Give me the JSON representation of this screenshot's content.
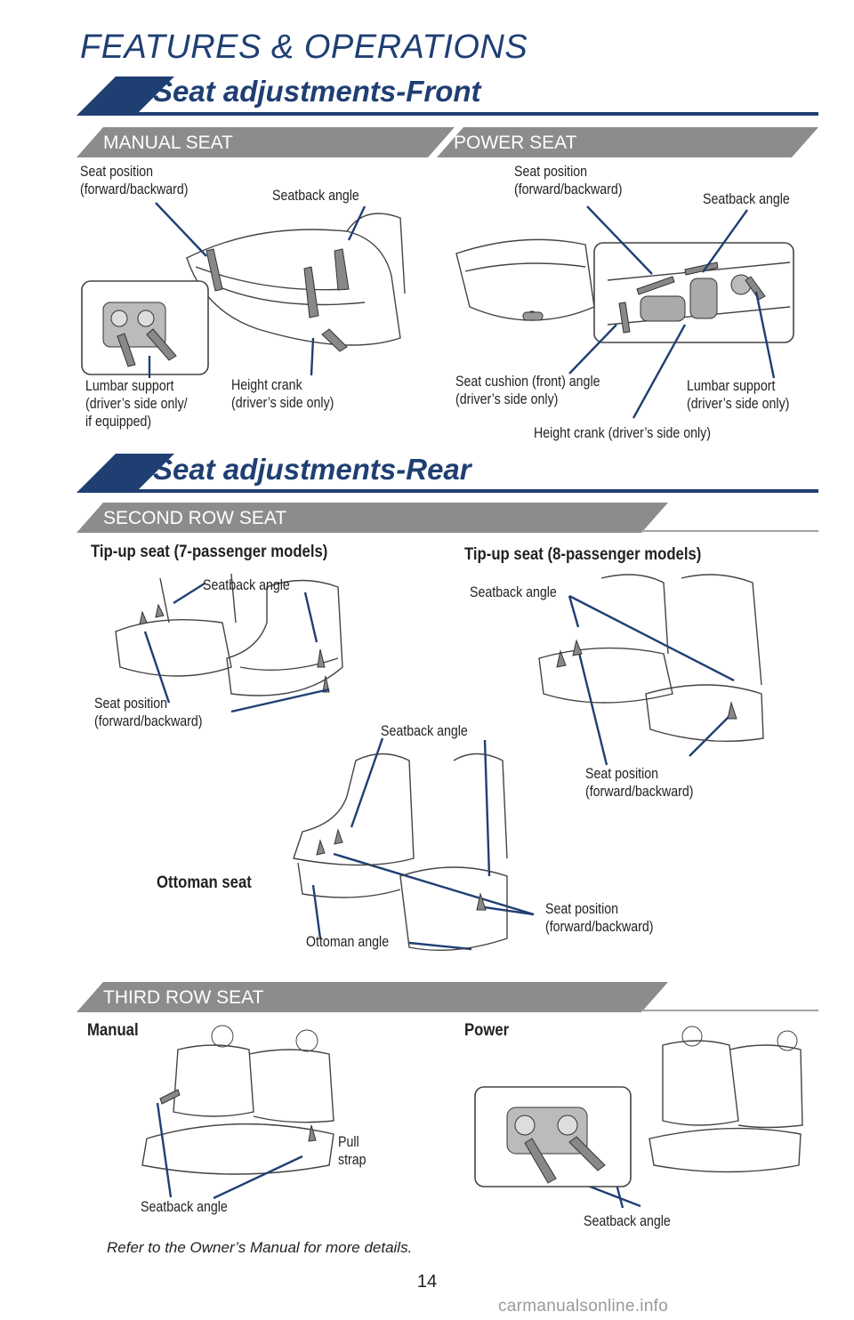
{
  "header": {
    "section": "FEATURES & OPERATIONS"
  },
  "front": {
    "title": "Seat adjustments-Front",
    "manual_band": "MANUAL SEAT",
    "power_band": "POWER SEAT",
    "manual": {
      "seat_position": "Seat position\n(forward/backward)",
      "seatback_angle": "Seatback angle",
      "lumbar": "Lumbar support\n(driver’s side only/\nif equipped)",
      "height_crank": "Height crank\n(driver’s side only)"
    },
    "power": {
      "seat_position": "Seat position\n(forward/backward)",
      "seatback_angle": "Seatback angle",
      "cushion_angle": "Seat cushion (front) angle\n(driver’s side only)",
      "lumbar": "Lumbar support\n(driver’s side only)",
      "height_crank": "Height crank (driver’s side only)"
    }
  },
  "rear": {
    "title": "Seat adjustments-Rear",
    "second_band": "SECOND ROW SEAT",
    "tipup7": {
      "title": "Tip-up seat (7-passenger models)",
      "seatback_angle": "Seatback angle",
      "seat_position": "Seat position\n(forward/backward)"
    },
    "tipup8": {
      "title": "Tip-up seat (8-passenger models)",
      "seatback_angle": "Seatback angle",
      "seat_position": "Seat position\n(forward/backward)"
    },
    "ottoman": {
      "title": "Ottoman seat",
      "seatback_angle": "Seatback angle",
      "seat_position": "Seat position\n(forward/backward)",
      "ottoman_angle": "Ottoman angle"
    },
    "third_band": "THIRD ROW SEAT",
    "manual": {
      "title": "Manual",
      "pull_strap": "Pull\nstrap",
      "seatback_angle": "Seatback angle"
    },
    "power": {
      "title": "Power",
      "seatback_angle": "Seatback angle"
    }
  },
  "footer": {
    "note": "Refer to the Owner’s Manual for more details.",
    "page": "14",
    "watermark": "carmanualsonline.info"
  },
  "colors": {
    "brand_navy": "#1f3f73",
    "band_gray": "#8a8c8e",
    "rule_gray": "#9fa1a3"
  }
}
